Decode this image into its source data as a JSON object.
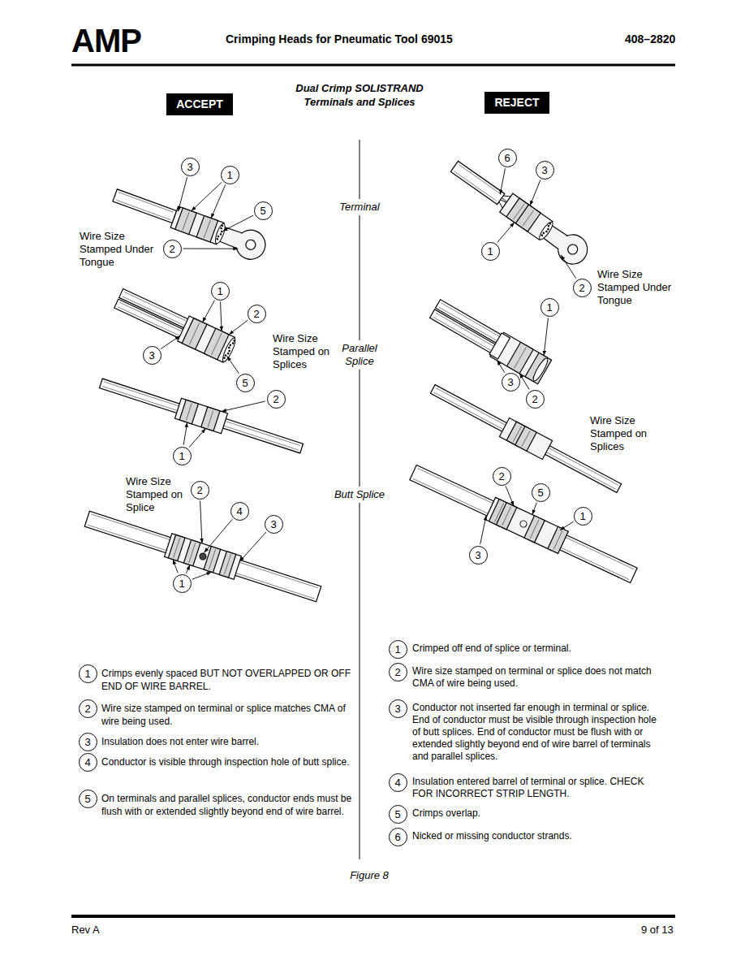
{
  "diagram": {
    "title": "Dual Crimp SOLISTRAND Terminals and Splices",
    "caption": "Figure 8",
    "nodes": [
      {
        "text": [
          "ACCEPT"
        ]
      },
      {
        "text": [
          "REJECT"
        ]
      },
      {
        "text": [
          "3"
        ]
      },
      {
        "text": [
          "1"
        ]
      },
      {
        "text": [
          "5"
        ]
      },
      {
        "text": [
          "2"
        ]
      },
      {
        "text": [
          "1"
        ]
      },
      {
        "text": [
          "2"
        ]
      },
      {
        "text": [
          "3"
        ]
      },
      {
        "text": [
          "5"
        ]
      },
      {
        "text": [
          "2"
        ]
      },
      {
        "text": [
          "1"
        ]
      },
      {
        "text": [
          "2"
        ]
      },
      {
        "text": [
          "4"
        ]
      },
      {
        "text": [
          "3"
        ]
      },
      {
        "text": [
          "1"
        ]
      },
      {
        "text": [
          "6"
        ]
      },
      {
        "text": [
          "3"
        ]
      },
      {
        "text": [
          "1"
        ]
      },
      {
        "text": [
          "2"
        ]
      },
      {
        "text": [
          "1"
        ]
      },
      {
        "text": [
          "3"
        ]
      },
      {
        "text": [
          "2"
        ]
      },
      {
        "text": [
          "2"
        ]
      },
      {
        "text": [
          "5"
        ]
      },
      {
        "text": [
          "1"
        ]
      },
      {
        "text": [
          "3"
        ]
      },
      {
        "text": [
          "1"
        ]
      },
      {
        "text": [
          "2"
        ]
      },
      {
        "text": [
          "3"
        ]
      },
      {
        "text": [
          "4"
        ]
      },
      {
        "text": [
          "5"
        ]
      },
      {
        "text": [
          "1"
        ]
      },
      {
        "text": [
          "2"
        ]
      },
      {
        "text": [
          "3"
        ]
      },
      {
        "text": [
          "4"
        ]
      },
      {
        "text": [
          "5"
        ]
      },
      {
        "text": [
          "6"
        ]
      }
    ],
    "labels": [
      "AMP",
      "Crimping Heads for Pneumatic Tool 69015",
      "408–2820",
      "Terminal",
      "Parallel Splice",
      "Butt Splice",
      "Wire Size Stamped Under Tongue",
      "Wire Size Stamped on Splices",
      "Wire Size Stamped on Splice",
      "Wire Size Stamped Under Tongue",
      "Wire Size Stamped on Splices",
      "Crimps evenly spaced BUT NOT OVERLAPPED OR OFF END OF WIRE BARREL.",
      "Wire size stamped on terminal or splice matches CMA of wire being used.",
      "Insulation does not enter wire barrel.",
      "Conductor is visible through inspection hole of butt splice.",
      "On terminals and parallel splices, conductor ends must be flush with or extended slightly beyond end of wire barrel.",
      "Crimped off end of splice or terminal.",
      "Wire size stamped on terminal or splice does not match CMA of wire being used.",
      "Conductor not inserted far enough in terminal or splice. End of conductor must be visible through inspection hole of butt splices. End of conductor must be flush with or extended slightly beyond end of wire barrel of terminals and parallel splices.",
      "Insulation entered barrel of terminal or splice. CHECK FOR INCORRECT STRIP LENGTH.",
      "Crimps overlap.",
      "Nicked or missing conductor strands.",
      "Rev A",
      "9 of 13"
    ]
  }
}
